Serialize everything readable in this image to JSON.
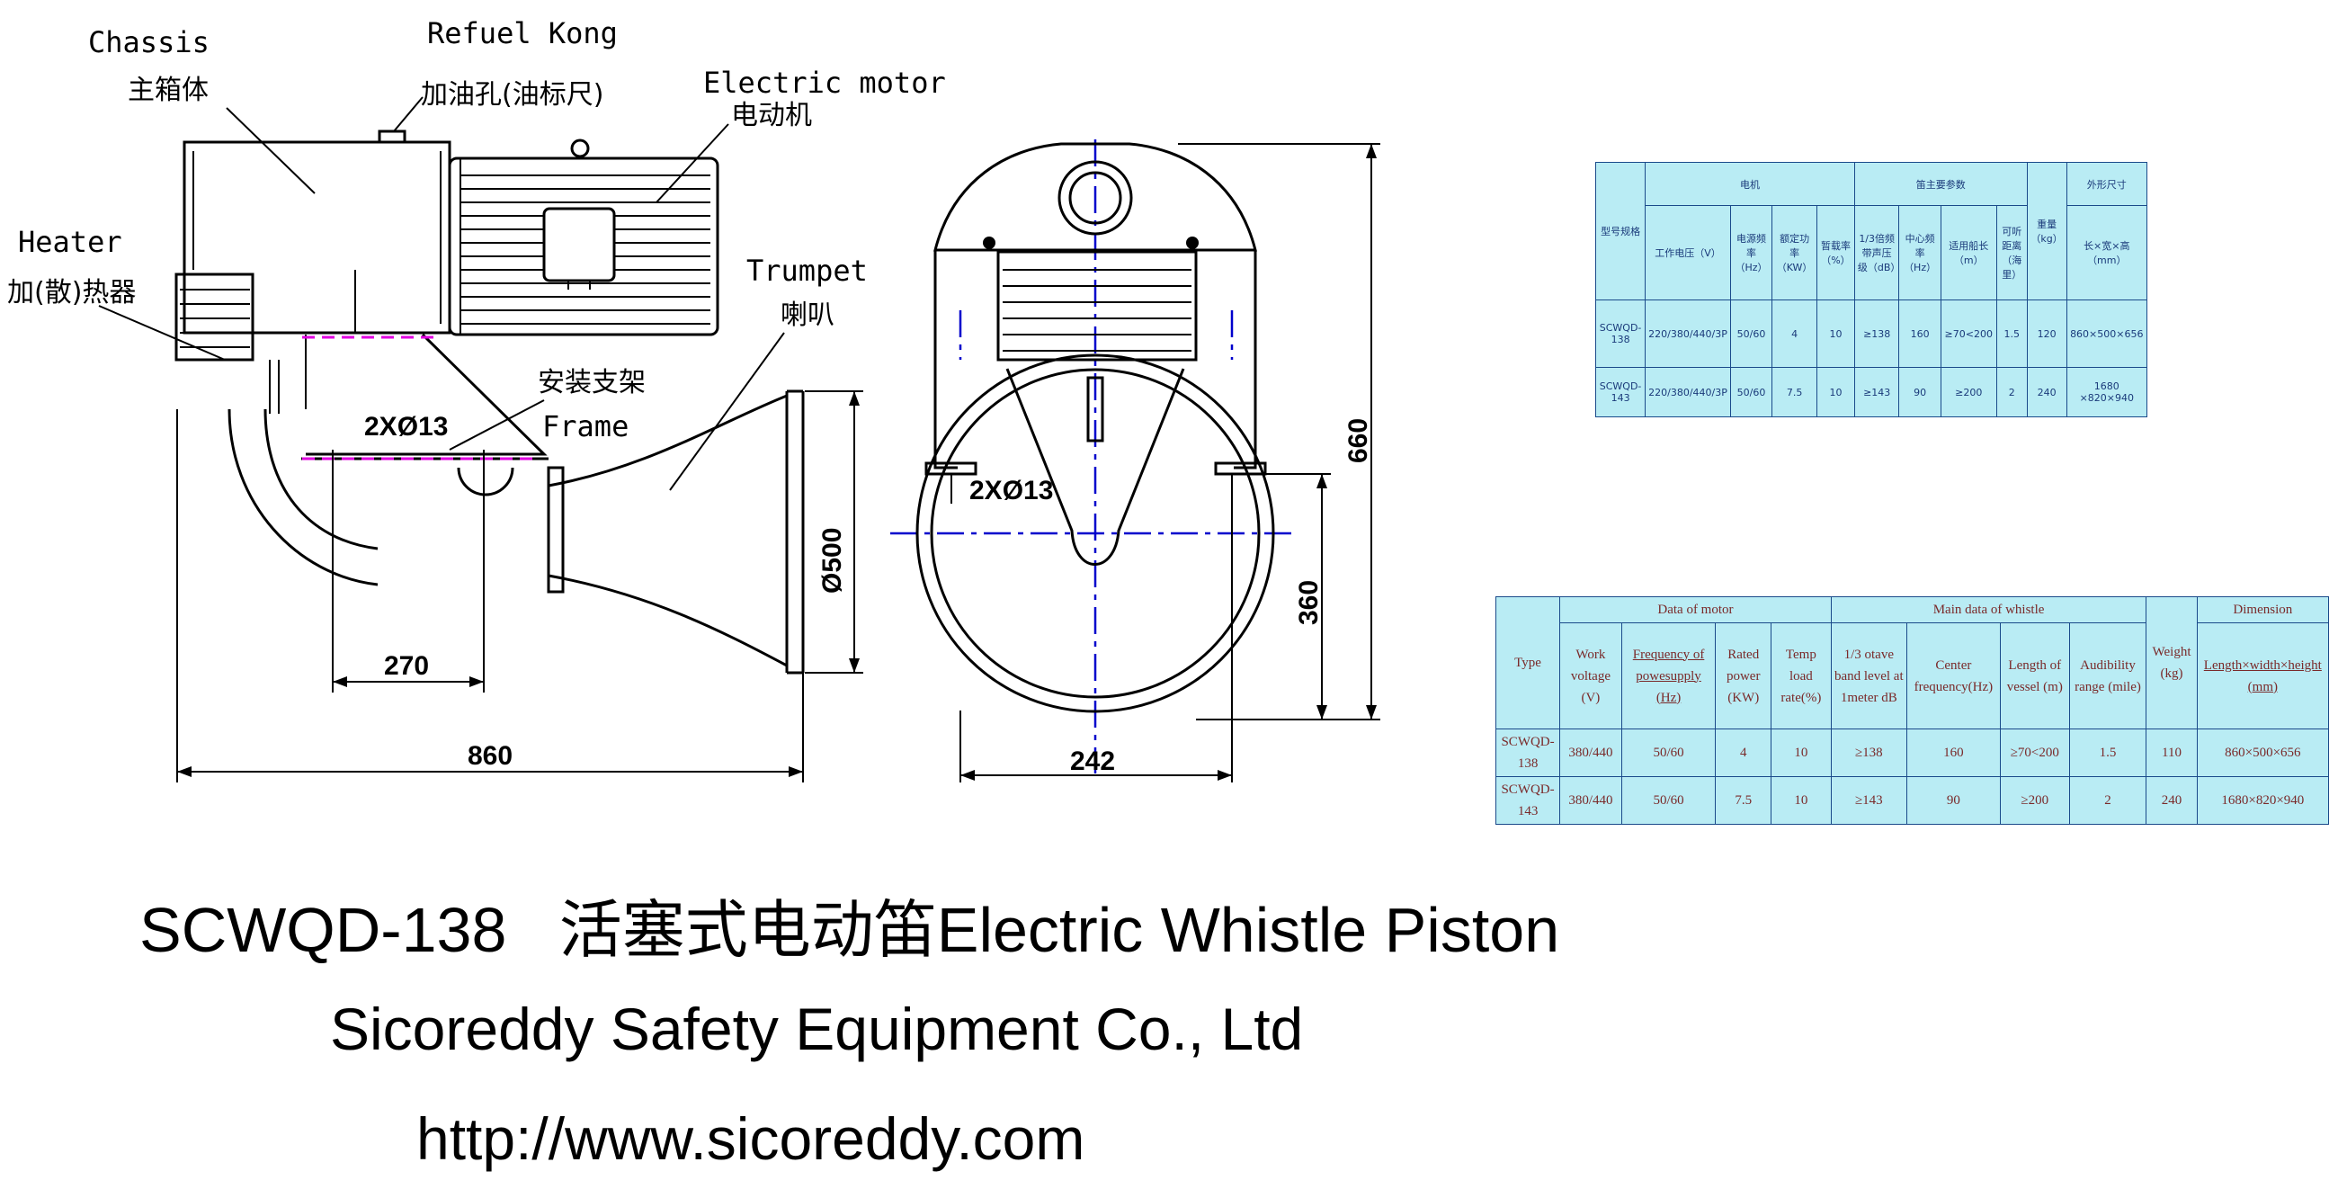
{
  "labels": {
    "chassis_en": "Chassis",
    "chassis_cn": "主箱体",
    "refuel_en": "Refuel Kong",
    "refuel_cn": "加油孔(油标尺)",
    "motor_en": "Electric motor",
    "motor_cn": "电动机",
    "heater_en": "Heater",
    "heater_cn": "加(散)热器",
    "trumpet_en": "Trumpet",
    "trumpet_cn": "喇叭",
    "frame_cn": "安装支架",
    "frame_en": "Frame"
  },
  "dimensions": {
    "holes_side": "2XØ13",
    "holes_front": "2XØ13",
    "d270": "270",
    "d860": "860",
    "d500": "Ø500",
    "d660": "660",
    "d360": "360",
    "d242": "242"
  },
  "table_cn": {
    "h_type": "型号规格",
    "h_motor": "电机",
    "h_whistle": "笛主要参数",
    "h_weight": "重量（kg）",
    "h_dim": "外形尺寸",
    "c_voltage": "工作电压（V）",
    "c_freq": "电源频率（Hz）",
    "c_power": "额定功率（KW）",
    "c_duty": "暂载率（%）",
    "c_level": "1/3倍频带声压级（dB）",
    "c_center": "中心频率（Hz）",
    "c_vessel": "适用船长（m）",
    "c_range": "可听距离（海里）",
    "c_size": "长×宽×高（mm）",
    "rows": [
      [
        "SCWQD-138",
        "220/380/440/3P",
        "50/60",
        "4",
        "10",
        "≥138",
        "160",
        "≥70<200",
        "1.5",
        "120",
        "860×500×656"
      ],
      [
        "SCWQD-143",
        "220/380/440/3P",
        "50/60",
        "7.5",
        "10",
        "≥143",
        "90",
        "≥200",
        "2",
        "240",
        "1680 ×820×940"
      ]
    ]
  },
  "table_en": {
    "h_type": "Type",
    "h_motor": "Data of motor",
    "h_whistle": "Main data of whistle",
    "h_weight": "Weight (kg)",
    "h_dim": "Dimension",
    "c_voltage": "Work voltage (V)",
    "c_freq": "Frequency of powesupply (Hz)",
    "c_power": "Rated power (KW)",
    "c_temp": "Temp load rate(%)",
    "c_level": "1/3 otave band level at 1meter dB",
    "c_center": "Center frequency(Hz)",
    "c_vessel": "Length of vessel (m)",
    "c_range": "Audibility range (mile)",
    "c_size": "Length×width×height (mm)",
    "rows": [
      [
        "SCWQD-138",
        "380/440",
        "50/60",
        "4",
        "10",
        "≥138",
        "160",
        "≥70<200",
        "1.5",
        "110",
        "860×500×656"
      ],
      [
        "SCWQD-143",
        "380/440",
        "50/60",
        "7.5",
        "10",
        "≥143",
        "90",
        "≥200",
        "2",
        "240",
        "1680×820×940"
      ]
    ]
  },
  "captions": {
    "title": "SCWQD-138   活塞式电动笛Electric Whistle Piston",
    "company": "Sicoreddy Safety Equipment Co., Ltd",
    "url": "http://www.sicoreddy.com"
  }
}
